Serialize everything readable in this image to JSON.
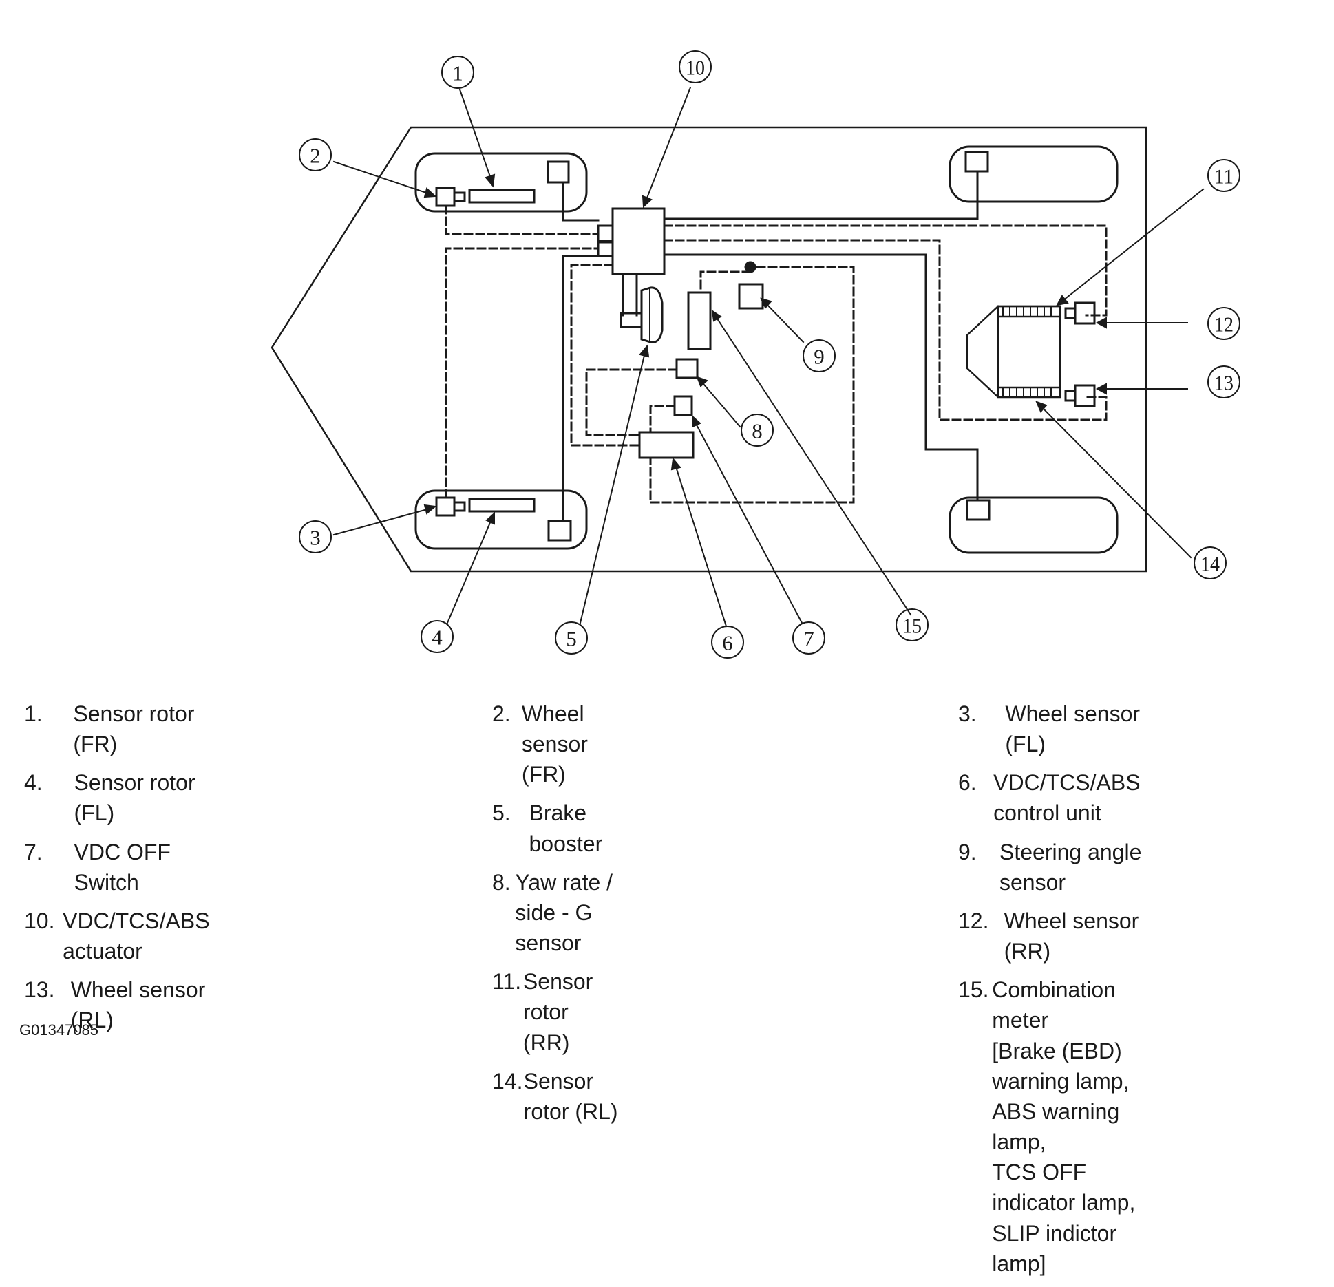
{
  "callouts": [
    "1",
    "2",
    "3",
    "4",
    "5",
    "6",
    "7",
    "8",
    "9",
    "10",
    "11",
    "12",
    "13",
    "14",
    "15"
  ],
  "legend": {
    "col1": [
      {
        "num": "1.",
        "text": "Sensor rotor (FR)"
      },
      {
        "num": "4.",
        "text": "Sensor rotor (FL)"
      },
      {
        "num": "7.",
        "text": "VDC OFF Switch"
      },
      {
        "num": "10.",
        "text": "VDC/TCS/ABS actuator"
      },
      {
        "num": "13.",
        "text": "Wheel sensor (RL)"
      }
    ],
    "col2": [
      {
        "num": "2.",
        "text": "Wheel sensor (FR)"
      },
      {
        "num": "5.",
        "text": "Brake booster"
      },
      {
        "num": "8.",
        "text": "Yaw rate / side - G sensor"
      },
      {
        "num": "11.",
        "text": "Sensor rotor (RR)"
      },
      {
        "num": "14.",
        "text": "Sensor rotor (RL)"
      }
    ],
    "col3": [
      {
        "num": "3.",
        "text": "Wheel sensor (FL)"
      },
      {
        "num": "6.",
        "text": "VDC/TCS/ABS control unit"
      },
      {
        "num": "9.",
        "text": "Steering angle sensor"
      },
      {
        "num": "12.",
        "text": "Wheel sensor (RR)"
      },
      {
        "num": "15.",
        "text": "Combination meter\n[Brake (EBD) warning lamp,\nABS warning lamp,\nTCS OFF indicator lamp,\nSLIP indictor lamp]"
      }
    ]
  },
  "footer": {
    "code": "G01347085"
  }
}
